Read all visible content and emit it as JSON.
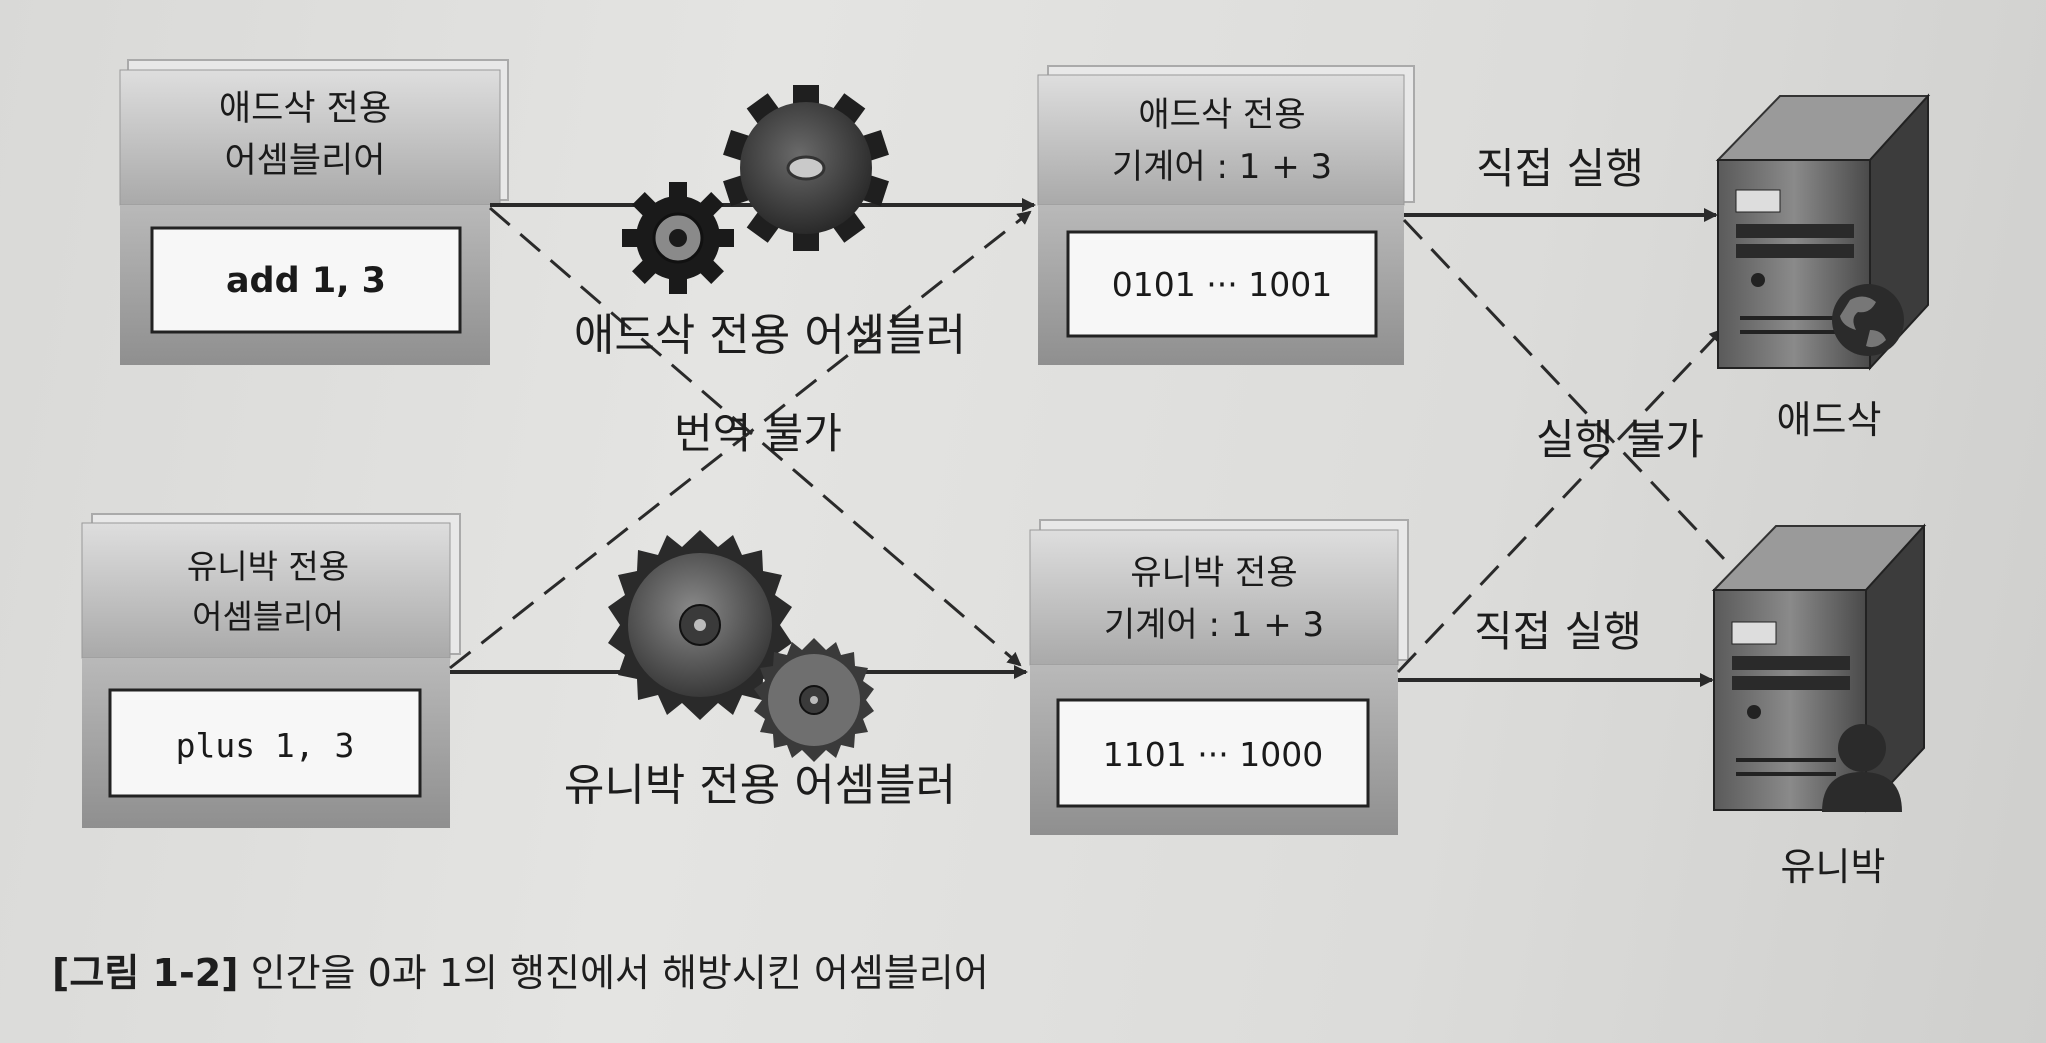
{
  "boxes": {
    "adsak_asm": {
      "header_line1": "애드삭 전용",
      "header_line2": "어셈블리어",
      "code": "add 1, 3"
    },
    "univac_asm": {
      "header_line1": "유니박 전용",
      "header_line2": "어셈블리어",
      "code": "plus 1, 3"
    },
    "adsak_mc": {
      "header_line1": "애드삭 전용",
      "header_line2": "기계어 : 1 + 3",
      "code": "0101 ··· 1001"
    },
    "univac_mc": {
      "header_line1": "유니박 전용",
      "header_line2": "기계어 : 1 + 3",
      "code": "1101 ··· 1000"
    }
  },
  "labels": {
    "adsak_assembler": "애드삭 전용 어셈블러",
    "univac_assembler": "유니박 전용 어셈블러",
    "cannot_translate": "번역 불가",
    "direct_exec_top": "직접 실행",
    "direct_exec_bottom": "직접 실행",
    "cannot_execute": "실행 불가"
  },
  "machines": {
    "adsak": "애드삭",
    "univac": "유니박"
  },
  "caption": {
    "number": "[그림 1-2]",
    "text": "인간을 0과 1의 행진에서 해방시킨 어셈블리어"
  }
}
